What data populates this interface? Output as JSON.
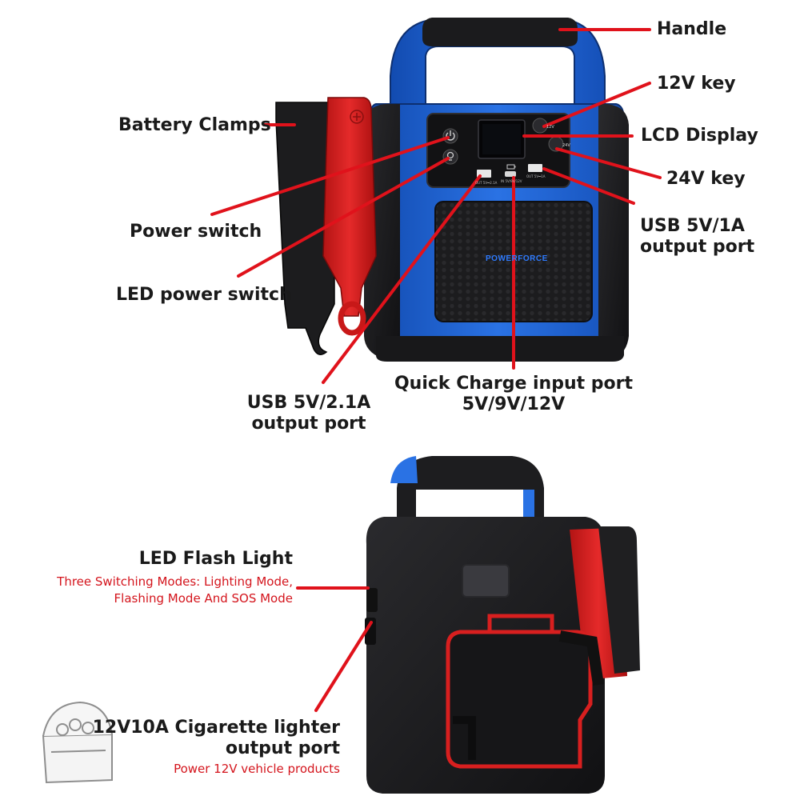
{
  "brand": "POWERFORCE",
  "colors": {
    "leader": "#e0121b",
    "body_blue": "#1e63d6",
    "body_black": "#1b1b1d",
    "clamp_red": "#d81f1f",
    "note_red": "#d4141c"
  },
  "icons": [
    "power-icon",
    "bulb-icon",
    "battery-icon",
    "toolbox-icon"
  ],
  "top_labels": {
    "handle": "Handle",
    "key_12v": "12V key",
    "lcd": "LCD Display",
    "key_24v": "24V key",
    "usb_1a_l1": "USB 5V/1A",
    "usb_1a_l2": "output port",
    "clamps": "Battery Clamps",
    "power": "Power switch",
    "led_power": "LED power switch",
    "usb_21_l1": "USB 5V/2.1A",
    "usb_21_l2": "output port",
    "qc_l1": "Quick Charge input port",
    "qc_l2": "5V/9V/12V"
  },
  "panel_text": {
    "btn_12v": "12V",
    "btn_24v": "24V",
    "usb_left": "OUT 5V⎓2.1A",
    "usb_mid": "IN 5V/9V/12V",
    "usb_right": "OUT 5V⎓1A"
  },
  "bottom_labels": {
    "flash_title": "LED Flash Light",
    "flash_l1": "Three Switching Modes: Lighting Mode,",
    "flash_l2": "Flashing Mode And SOS Mode",
    "cig_l1": "12V10A Cigarette lighter",
    "cig_l2": "output port",
    "cig_note": "Power 12V vehicle products"
  }
}
